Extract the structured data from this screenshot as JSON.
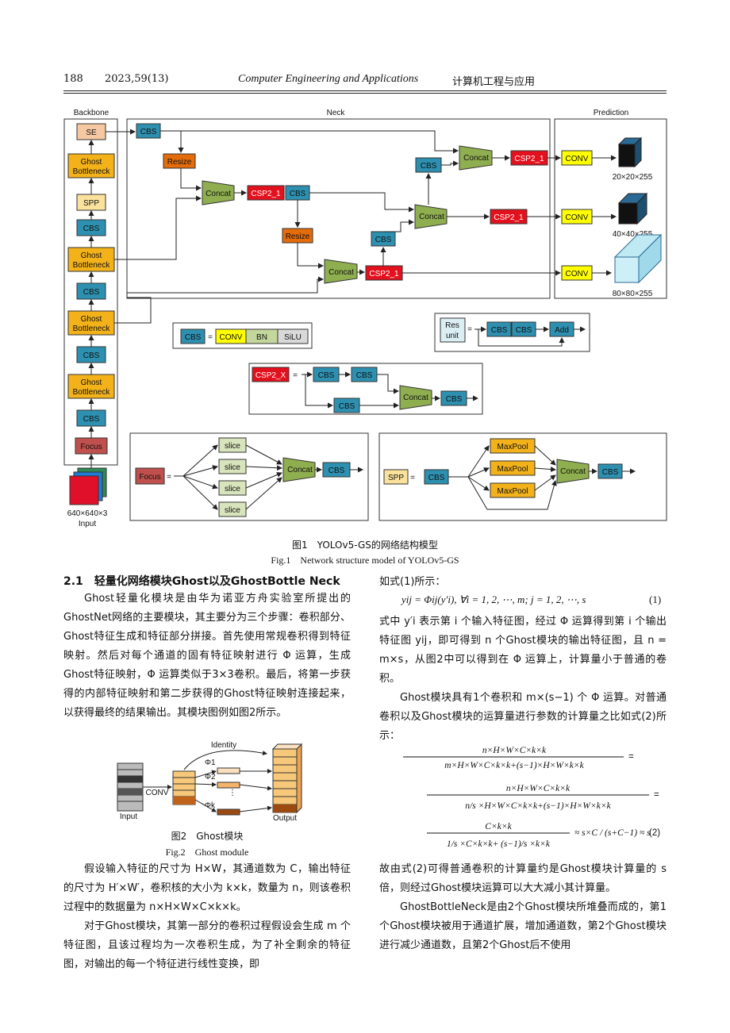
{
  "header": {
    "page_number": "188",
    "issue": "2023,59(13)",
    "journal_en": "Computer Engineering and Applications",
    "journal_cn": "计算机工程与应用"
  },
  "fig1": {
    "sections": [
      "Backbone",
      "Neck",
      "Prediction"
    ],
    "blocks": {
      "se": "SE",
      "ghost": "Ghost",
      "bottleneck": "Bottleneck",
      "spp": "SPP",
      "cbs": "CBS",
      "focus": "Focus",
      "resize": "Resize",
      "concat": "Concat",
      "csp2": "CSP2_1",
      "conv": "CONV",
      "bn": "BN",
      "silu": "SiLU",
      "res": "Res",
      "unit": "unit",
      "add": "Add",
      "csp2x": "CSP2_X",
      "slice": "slice",
      "maxpool": "MaxPool"
    },
    "outputs": [
      "20×20×255",
      "40×40×255",
      "80×80×255"
    ],
    "input_size": "640×640×3",
    "input_label": "Input",
    "caption_cn": "图1　YOLOv5-GS的网络结构模型",
    "caption_en": "Fig.1　Network structure model of YOLOv5-GS"
  },
  "fig2": {
    "labels": {
      "identity": "Identity",
      "conv": "CONV",
      "input": "Input",
      "output": "Output",
      "phi1": "Φ1",
      "phi2": "Φ2",
      "phik": "Φk",
      "dots": "⋮"
    },
    "caption_cn": "图2　Ghost模块",
    "caption_en": "Fig.2　Ghost module"
  },
  "section_title": "2.1　轻量化网络模块Ghost以及GhostBottle Neck",
  "left_col": [
    "Ghost轻量化模块是由华为诺亚方舟实验室所提出的GhostNet网络的主要模块，其主要分为三个步骤：卷积部分、Ghost特征生成和特征部分拼接。首先使用常规卷积得到特征映射。然后对每个通道的固有特征映射进行 Φ 运算，生成Ghost特征映射，Φ 运算类似于3×3卷积。最后，将第一步获得的内部特征映射和第二步获得的Ghost特征映射连接起来，以获得最终的结果输出。其模块图例如图2所示。",
    "假设输入特征的尺寸为 H×W，其通道数为 C，输出特征的尺寸为 H′×W′，卷积核的大小为 k×k，数量为 n，则该卷积过程中的数据量为 n×H×W×C×k×k。",
    "对于Ghost模块，其第一部分的卷积过程假设会生成 m 个特征图，且该过程均为一次卷积生成，为了补全剩余的特征图，对输出的每一个特征进行线性变换，即"
  ],
  "right_col": {
    "intro": "如式(1)所示：",
    "eq1": "yij = Φij(y′i), ∀i = 1, 2, ⋯, m; j = 1, 2, ⋯, s",
    "eq1_num": "(1)",
    "para1": "式中 y′i 表示第 i 个输入特征图，经过 Φ 运算得到第 i 个输出特征图 yij，即可得到 n 个Ghost模块的输出特征图，且 n = m×s，从图2中可以得到在 Φ 运算上，计算量小于普通的卷积。",
    "para2": "Ghost模块具有1个卷积和 m×(s−1) 个 Φ 运算。对普通卷积以及Ghost模块的运算量进行参数的计算量之比如式(2)所示：",
    "eq2_l1_num": "n×H×W×C×k×k",
    "eq2_l1_den": "m×H×W×C×k×k+(s−1)×H×W×k×k",
    "eq2_l2_num": "n×H×W×C×k×k",
    "eq2_l2_den": "n/s ×H×W×C×k×k+(s−1)×H×W×k×k",
    "eq2_l3_num": "C×k×k",
    "eq2_l3_den": "1/s ×C×k×k+ (s−1)/s ×k×k",
    "eq2_approx": "≈ s×C / (s+C−1) ≈ s",
    "eq2_num": "(2)",
    "para3": "故由式(2)可得普通卷积的计算量约是Ghost模块计算量的 s 倍，则经过Ghost模块运算可以大大减小其计算量。",
    "para4": "GhostBottleNeck是由2个Ghost模块所堆叠而成的，第1个Ghost模块被用于通道扩展，增加通道数，第2个Ghost模块进行减少通道数，且第2个Ghost后不使用"
  }
}
